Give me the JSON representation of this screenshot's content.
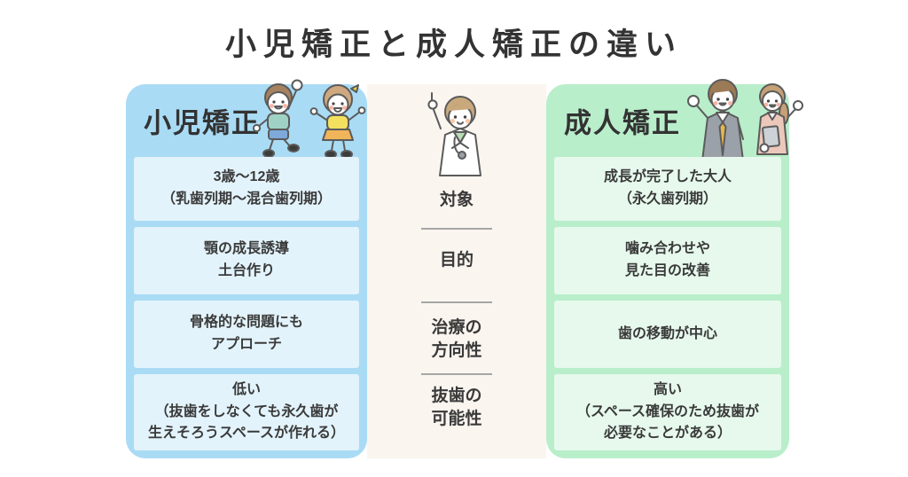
{
  "title": "小児矯正と成人矯正の違い",
  "colors": {
    "pediatric_panel": "#a9dbf5",
    "pediatric_cell": "#e3f3fb",
    "adult_panel": "#b9eecb",
    "adult_cell": "#e6f9ec",
    "center_panel": "#faf5ef",
    "text": "#3a3a3a",
    "divider": "#a6a6a6"
  },
  "icons": {
    "left": "children-icon",
    "center": "doctor-icon",
    "right": "adults-icon"
  },
  "left_column": {
    "title": "小児矯正",
    "cells": [
      {
        "lines": [
          "3歳〜12歳",
          "（乳歯列期〜混合歯列期）"
        ]
      },
      {
        "lines": [
          "顎の成長誘導",
          "土台作り"
        ]
      },
      {
        "lines": [
          "骨格的な問題にも",
          "アプローチ"
        ]
      },
      {
        "lines": [
          "低い",
          "（抜歯をしなくても永久歯が",
          "生えそろうスペースが作れる）"
        ]
      }
    ]
  },
  "center_column": {
    "categories": [
      {
        "lines": [
          "対象"
        ]
      },
      {
        "lines": [
          "目的"
        ]
      },
      {
        "lines": [
          "治療の",
          "方向性"
        ]
      },
      {
        "lines": [
          "抜歯の",
          "可能性"
        ]
      }
    ]
  },
  "right_column": {
    "title": "成人矯正",
    "cells": [
      {
        "lines": [
          "成長が完了した大人",
          "（永久歯列期）"
        ]
      },
      {
        "lines": [
          "噛み合わせや",
          "見た目の改善"
        ]
      },
      {
        "lines": [
          "歯の移動が中心"
        ]
      },
      {
        "lines": [
          "高い",
          "（スペース確保のため抜歯が",
          "必要なことがある）"
        ]
      }
    ]
  }
}
